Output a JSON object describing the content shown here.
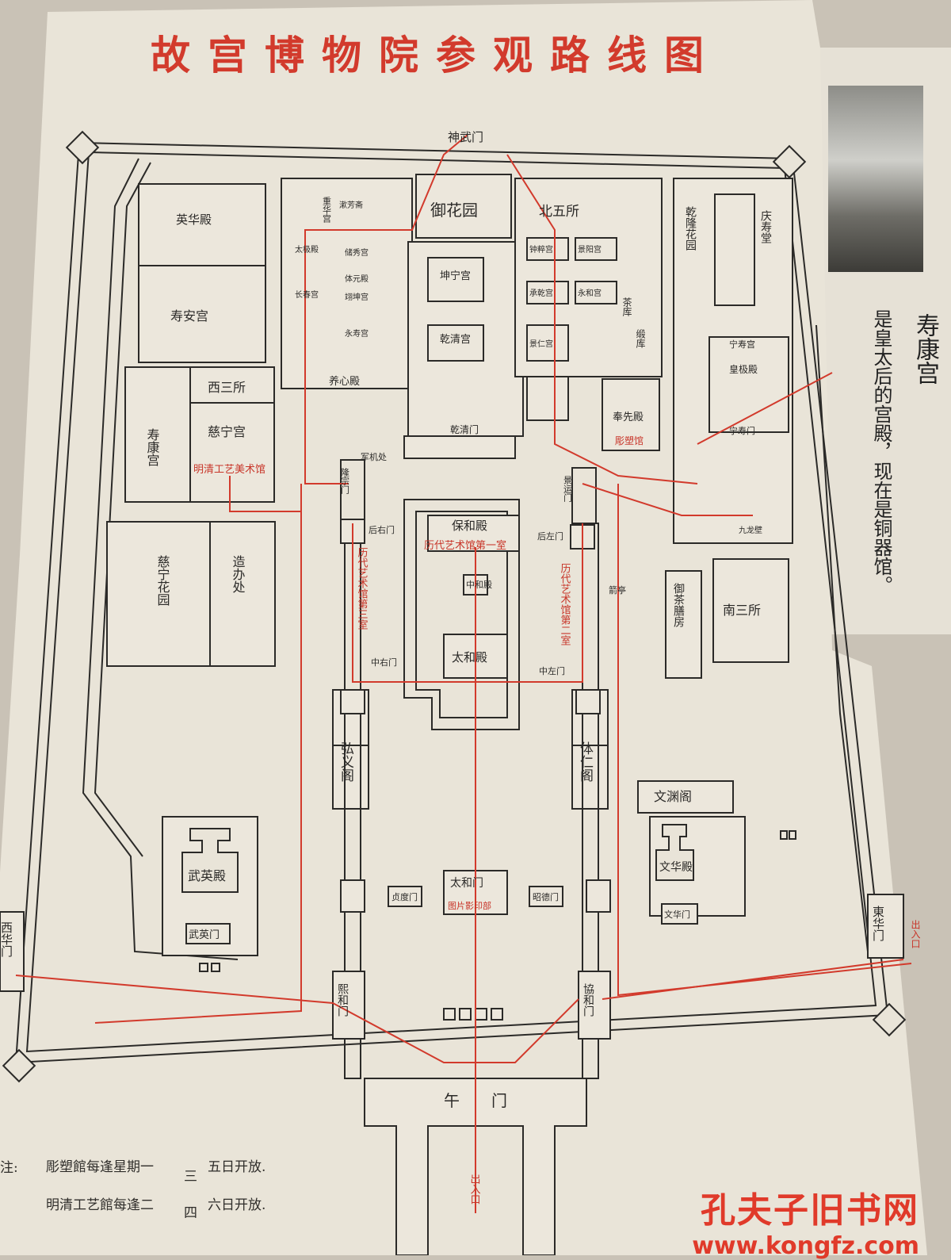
{
  "title": "故宫博物院参观路线图",
  "buildings": {
    "shenwumen": "神武门",
    "yuhuayuan": "御花园",
    "beiwusuo": "北五所",
    "yinghuadian": "英华殿",
    "shouangong": "寿安宫",
    "xisansuo": "西三所",
    "shoukanggong": "寿康宫",
    "cininggong": "慈宁宫",
    "mingqing_gallery": "明清工艺美术馆",
    "ciningyuan": "慈宁花园",
    "zaobanchu": "造办处",
    "qianqinggong": "乾清宫",
    "kunninggong": "坤宁宫",
    "yangxindian": "养心殿",
    "longzongmen": "隆宗门",
    "junjichu": "军机处",
    "jingyunmen": "景运门",
    "qianqingmen": "乾清门",
    "baohedian": "保和殿",
    "zhonghedian": "中和殿",
    "taihedian": "太和殿",
    "gallery1": "历代艺术馆第一室",
    "gallery2": "历代艺术馆第二室",
    "gallery3": "历代艺术馆第三室",
    "houzuomen": "后左门",
    "houyoumen": "后右门",
    "zhongzuomen": "中左门",
    "zhongyoumen": "中右门",
    "hongyige": "弘义阁",
    "tirenge": "体仁阁",
    "taihemen": "太和门",
    "zhendumen": "贞度门",
    "zhaodemen": "昭德门",
    "photo_dept": "图片影印部",
    "xihemen": "熙和门",
    "xiehemen": "協和门",
    "wumen": "午门",
    "wuyingdian": "武英殿",
    "wuyingmen": "武英门",
    "wenyuange": "文渊阁",
    "wenhuadian": "文华殿",
    "wenhuamen": "文华门",
    "donghuamen": "東华门",
    "xihuamen": "西华门",
    "nansansuo": "南三所",
    "yuchashanfang": "御茶膳房",
    "qianlonghuayuan": "乾隆花园",
    "qingshoutang": "庆寿堂",
    "ningshougong": "宁寿宫",
    "huangjidian": "皇极殿",
    "ningshoumen": "宁寿门",
    "fengxiandian": "奉先殿",
    "sculpture_gallery": "彫塑馆",
    "zhongcui": "钟粹宫",
    "jingren": "景仁宫",
    "chengqian": "承乾宫",
    "yonghe": "永和宫",
    "jingyang": "景阳宫",
    "chukiugong": "储秀宫",
    "yikungong": "翊坤宫",
    "tiyuandian": "体元殿",
    "taijidian": "太极殿",
    "changchungong": "长春宫",
    "yongshougong": "永寿宫",
    "chonghuagong": "重华宫",
    "shufangzhai": "漱芳斋",
    "cangku": "茶库",
    "duanku": "缎库",
    "jianting": "箭亭",
    "jiulongbi": "九龙壁",
    "entrance_exit_south": "出入口",
    "entrance_exit_east": "出入口"
  },
  "notes": [
    "注：彫塑馆每逢星期一、三、五日开放。",
    "明清工艺馆每逢二、四、六日开放。"
  ],
  "notes_parts": {
    "prefix": "注:",
    "line1_a": "彫塑館每逢星期一",
    "line1_b": "三",
    "line1_c": "五日开放.",
    "line2_a": "明清工艺館每逢二",
    "line2_b": "四",
    "line2_c": "六日开放."
  },
  "side_page": {
    "caption_title": "寿康宫",
    "caption_text": "是皇太后的宫殿，现在是铜器馆。"
  },
  "watermark": {
    "name": "孔夫子旧书网",
    "url": "www.kongfz.com"
  },
  "colors": {
    "paper": "#e9e4d8",
    "ink": "#2b2a28",
    "route_red": "#d23a2c"
  }
}
